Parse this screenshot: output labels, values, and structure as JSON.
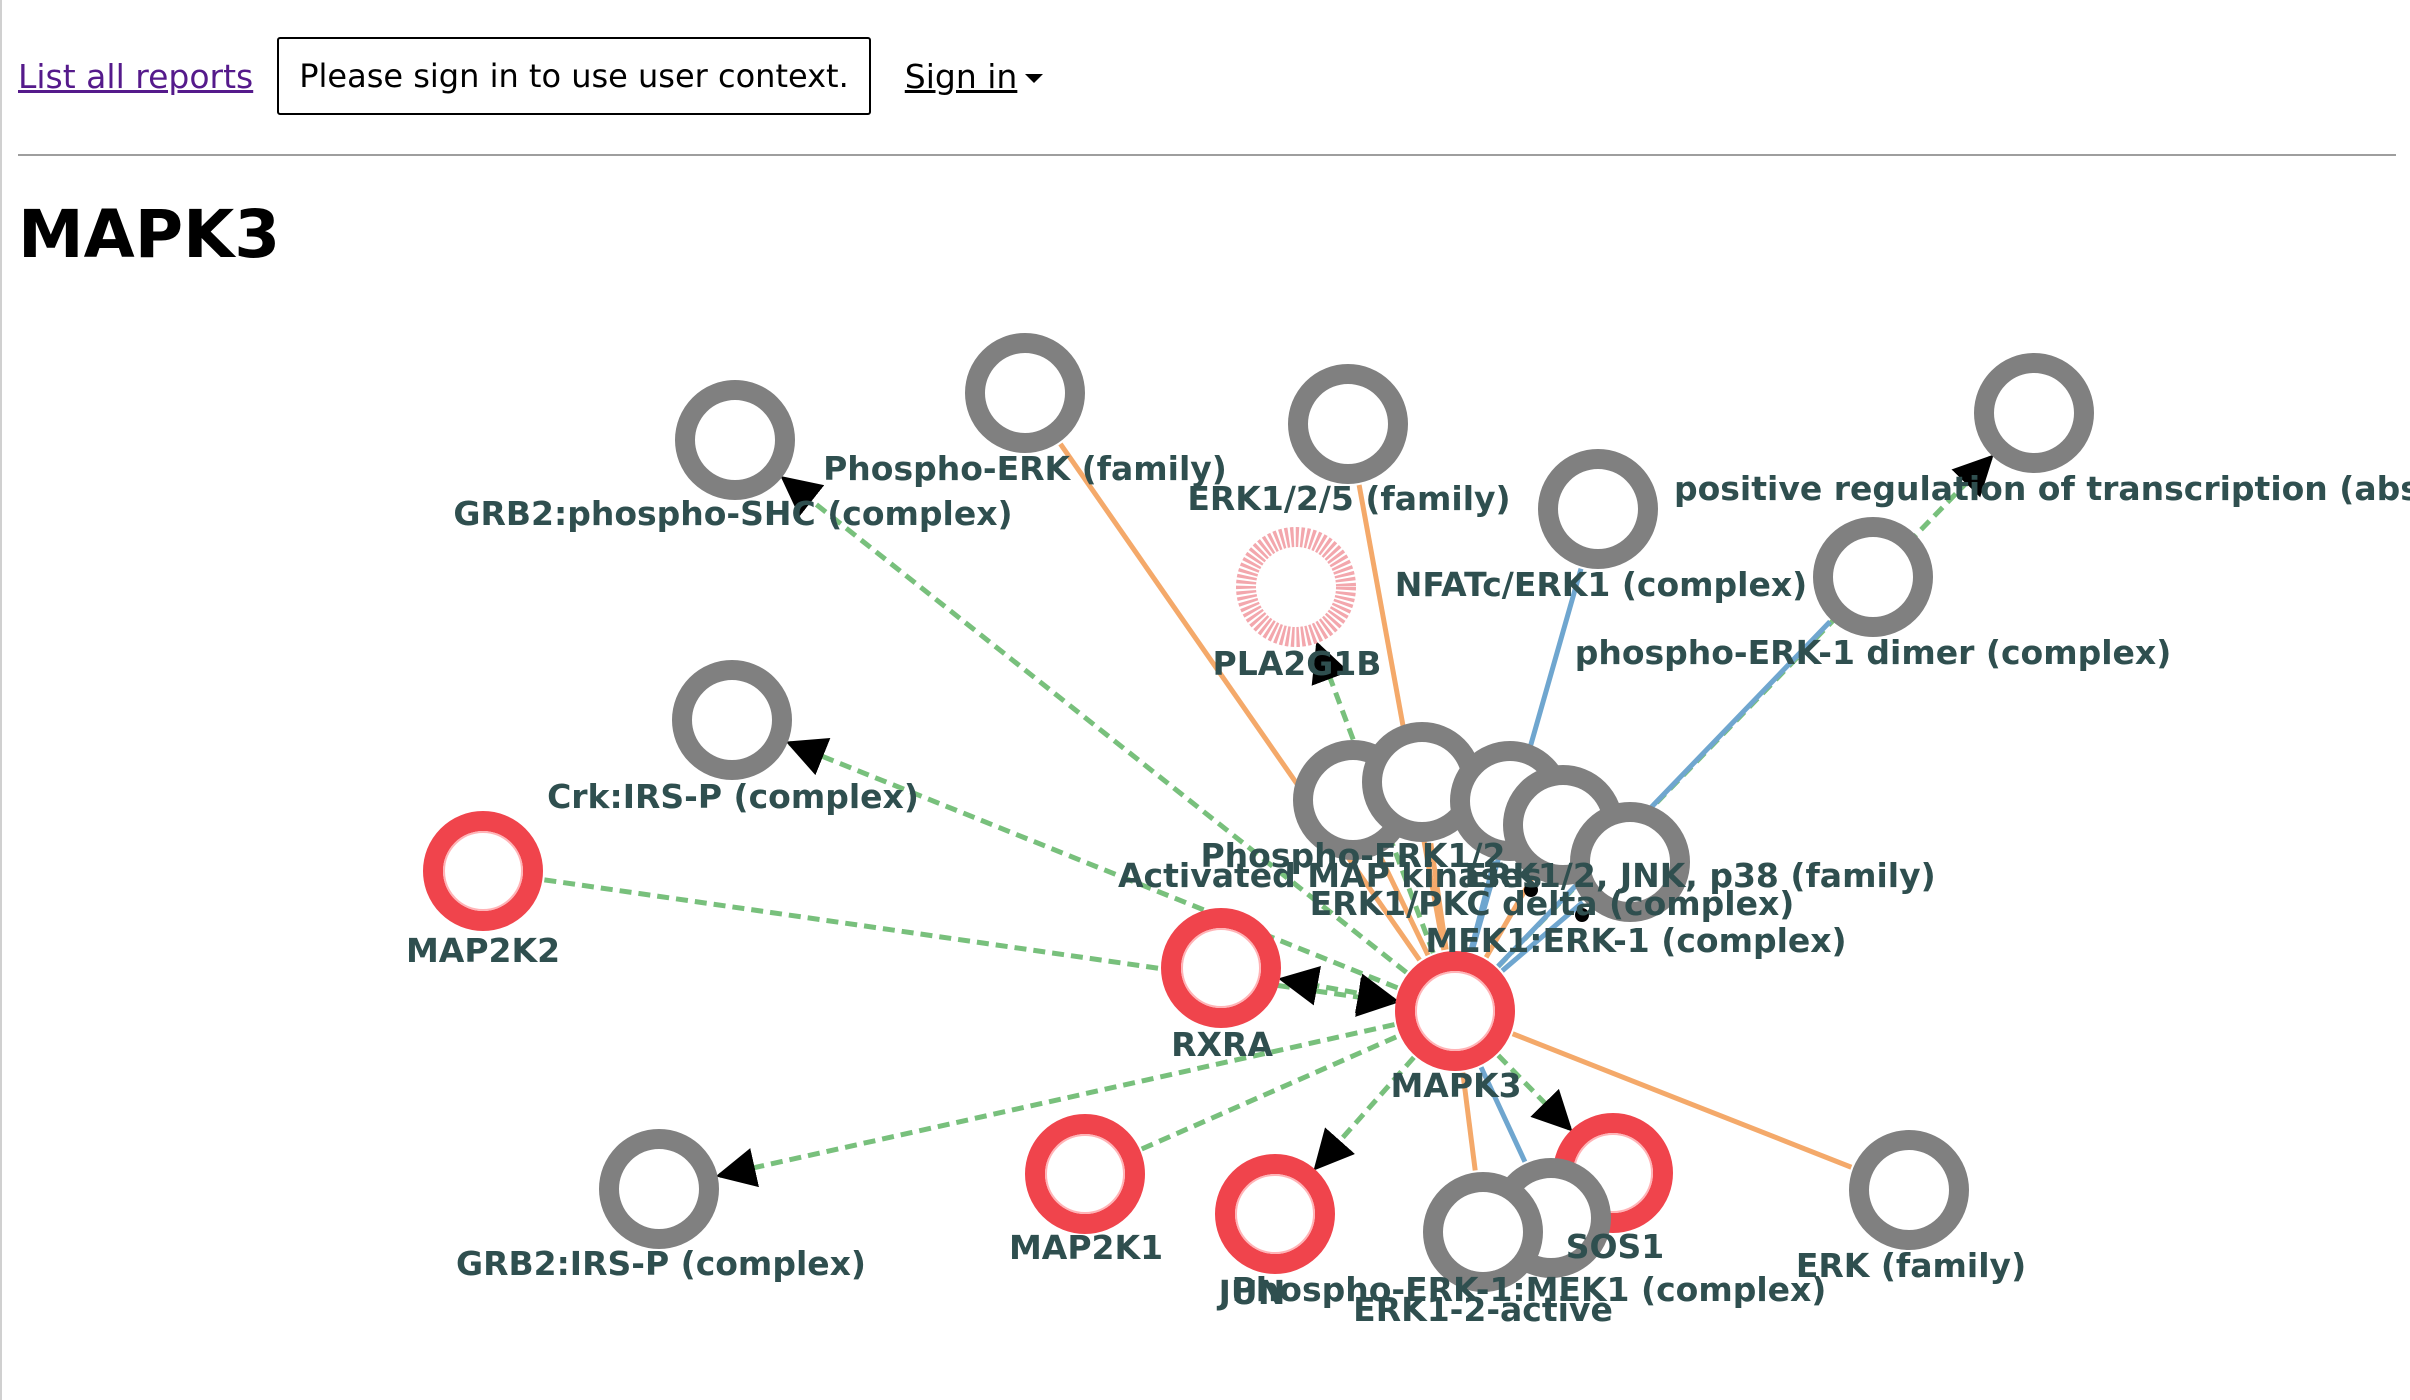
{
  "header": {
    "list_reports_label": "List all reports",
    "sign_in_notice": "Please sign in to use user context.",
    "sign_in_label": "Sign in"
  },
  "page": {
    "title": "MAPK3"
  },
  "colors": {
    "node_gray": "#808080",
    "node_red": "#f0444c",
    "edge_orange": "#f4a96a",
    "edge_blue": "#6fa6cf",
    "edge_green_dashed": "#78c07c",
    "label_text": "#2f4f4f"
  },
  "graph": {
    "nodes": [
      {
        "id": "grb2-shc",
        "label": "GRB2:phospho-SHC (complex)",
        "kind": "gray"
      },
      {
        "id": "phospho-erk-family",
        "label": "Phospho-ERK (family)",
        "kind": "gray"
      },
      {
        "id": "erk125-family",
        "label": "ERK1/2/5 (family)",
        "kind": "gray"
      },
      {
        "id": "pos-reg-transcription",
        "label": "positive regulation of transcription (abstract)",
        "kind": "gray"
      },
      {
        "id": "nfatc-erk1",
        "label": "NFATc/ERK1 (complex)",
        "kind": "gray"
      },
      {
        "id": "phospho-erk1-dimer",
        "label": "phospho-ERK-1 dimer (complex)",
        "kind": "gray"
      },
      {
        "id": "pla2g1b",
        "label": "PLA2G1B",
        "kind": "gray-red"
      },
      {
        "id": "crk-irs",
        "label": "Crk:IRS-P (complex)",
        "kind": "gray"
      },
      {
        "id": "map2k2",
        "label": "MAP2K2",
        "kind": "red"
      },
      {
        "id": "phospho-erk12",
        "label": "Phospho-ERK1/2",
        "kind": "gray"
      },
      {
        "id": "activated-mapk",
        "label": "Activated MAP kinases",
        "kind": "gray"
      },
      {
        "id": "erk1-pkc-delta",
        "label": "ERK1/PKC delta (complex)",
        "kind": "gray"
      },
      {
        "id": "erk12-jnk-p38",
        "label": "ERK1/2, JNK, p38 (family)",
        "kind": "gray"
      },
      {
        "id": "mek1-erk1",
        "label": "MEK1:ERK-1 (complex)",
        "kind": "gray"
      },
      {
        "id": "rxra",
        "label": "RXRA",
        "kind": "red"
      },
      {
        "id": "mapk3",
        "label": "MAPK3",
        "kind": "red"
      },
      {
        "id": "grb2-irs",
        "label": "GRB2:IRS-P (complex)",
        "kind": "gray"
      },
      {
        "id": "map2k1",
        "label": "MAP2K1",
        "kind": "red"
      },
      {
        "id": "jun",
        "label": "JUN",
        "kind": "red"
      },
      {
        "id": "sos1",
        "label": "SOS1",
        "kind": "red"
      },
      {
        "id": "phospho-erk1-mek1",
        "label": "Phospho-ERK-1:MEK1 (complex)",
        "kind": "gray"
      },
      {
        "id": "erk12-active",
        "label": "ERK1-2-active",
        "kind": "gray"
      },
      {
        "id": "erk-family",
        "label": "ERK (family)",
        "kind": "gray"
      }
    ],
    "edges": [
      {
        "from": "mapk3",
        "to": "grb2-shc",
        "style": "green-dashed",
        "arrow": "target"
      },
      {
        "from": "mapk3",
        "to": "phospho-erk-family",
        "style": "orange",
        "arrow": "none"
      },
      {
        "from": "mapk3",
        "to": "erk125-family",
        "style": "orange",
        "arrow": "none"
      },
      {
        "from": "mapk3",
        "to": "pos-reg-transcription",
        "style": "green-dashed",
        "arrow": "target"
      },
      {
        "from": "mapk3",
        "to": "nfatc-erk1",
        "style": "blue",
        "arrow": "none"
      },
      {
        "from": "mapk3",
        "to": "phospho-erk1-dimer",
        "style": "blue",
        "arrow": "none"
      },
      {
        "from": "mapk3",
        "to": "pla2g1b",
        "style": "green-dashed",
        "arrow": "target"
      },
      {
        "from": "mapk3",
        "to": "crk-irs",
        "style": "green-dashed",
        "arrow": "target"
      },
      {
        "from": "map2k2",
        "to": "mapk3",
        "style": "green-dashed",
        "arrow": "target"
      },
      {
        "from": "mapk3",
        "to": "phospho-erk12",
        "style": "orange",
        "arrow": "none"
      },
      {
        "from": "mapk3",
        "to": "activated-mapk",
        "style": "orange",
        "arrow": "none"
      },
      {
        "from": "mapk3",
        "to": "erk1-pkc-delta",
        "style": "blue",
        "arrow": "none"
      },
      {
        "from": "mapk3",
        "to": "erk12-jnk-p38",
        "style": "orange",
        "arrow": "none"
      },
      {
        "from": "mapk3",
        "to": "mek1-erk1",
        "style": "blue",
        "arrow": "none"
      },
      {
        "from": "mapk3",
        "to": "rxra",
        "style": "green-dashed",
        "arrow": "both"
      },
      {
        "from": "mapk3",
        "to": "grb2-irs",
        "style": "green-dashed",
        "arrow": "target"
      },
      {
        "from": "map2k1",
        "to": "mapk3",
        "style": "green-dashed",
        "arrow": "none"
      },
      {
        "from": "mapk3",
        "to": "jun",
        "style": "green-dashed",
        "arrow": "target"
      },
      {
        "from": "mapk3",
        "to": "sos1",
        "style": "green-dashed",
        "arrow": "target"
      },
      {
        "from": "mapk3",
        "to": "phospho-erk1-mek1",
        "style": "blue",
        "arrow": "none"
      },
      {
        "from": "mapk3",
        "to": "erk12-active",
        "style": "orange",
        "arrow": "none"
      },
      {
        "from": "mapk3",
        "to": "erk-family",
        "style": "orange",
        "arrow": "none"
      }
    ]
  }
}
